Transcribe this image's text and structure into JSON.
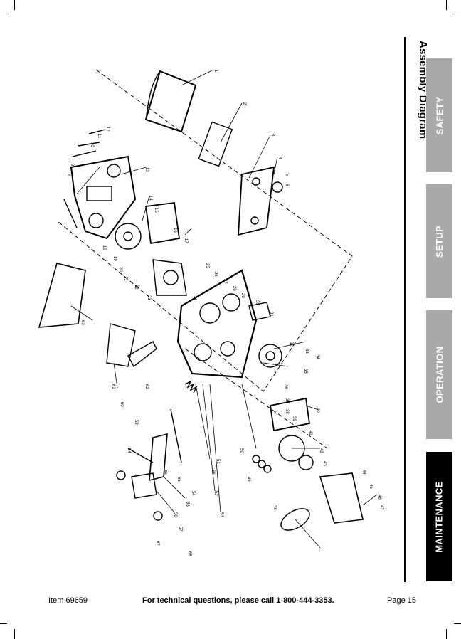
{
  "section_title": "Assembly Diagram",
  "tabs": [
    {
      "label": "SAFETY",
      "active": false
    },
    {
      "label": "SETUP",
      "active": false
    },
    {
      "label": "OPERATION",
      "active": false
    },
    {
      "label": "MAINTENANCE",
      "active": true
    }
  ],
  "footer": {
    "item": "Item 69659",
    "contact": "For technical questions, please call 1-800-444-3353.",
    "page": "Page 15"
  },
  "colors": {
    "tab_inactive": "#a9a9a9",
    "tab_active": "#000000",
    "tab_text": "#ffffff"
  },
  "diagram": {
    "part_numbers": [
      "1",
      "2",
      "3",
      "4",
      "5",
      "6",
      "7",
      "8",
      "9",
      "10",
      "11",
      "12",
      "13",
      "14",
      "15",
      "16",
      "17",
      "18",
      "19",
      "20",
      "21",
      "22",
      "23",
      "24",
      "25",
      "26",
      "27",
      "28",
      "29",
      "30",
      "31",
      "32",
      "33",
      "34",
      "35",
      "36",
      "37",
      "38",
      "39",
      "40",
      "41",
      "42",
      "43",
      "44",
      "45",
      "46",
      "47",
      "48",
      "49",
      "50",
      "51",
      "52",
      "53",
      "54",
      "55",
      "56",
      "57",
      "58",
      "59",
      "60",
      "61",
      "62",
      "63",
      "64",
      "65",
      "66",
      "67",
      "68"
    ]
  }
}
